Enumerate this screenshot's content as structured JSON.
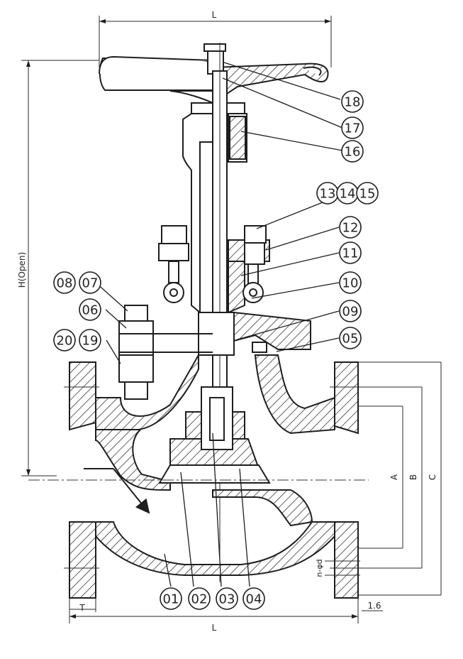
{
  "dimensions": {
    "top_width": "L",
    "bottom_width": "L",
    "height": "H(Open)",
    "a": "A",
    "b": "B",
    "c": "C",
    "flange_thickness": "T",
    "raised_face": "1.6",
    "bolt_holes": "n-φd"
  },
  "parts": [
    {
      "id": "01"
    },
    {
      "id": "02"
    },
    {
      "id": "03"
    },
    {
      "id": "04"
    },
    {
      "id": "05"
    },
    {
      "id": "06"
    },
    {
      "id": "07"
    },
    {
      "id": "08"
    },
    {
      "id": "09"
    },
    {
      "id": "10"
    },
    {
      "id": "11"
    },
    {
      "id": "12"
    },
    {
      "id": "13"
    },
    {
      "id": "14"
    },
    {
      "id": "15"
    },
    {
      "id": "16"
    },
    {
      "id": "17"
    },
    {
      "id": "18"
    },
    {
      "id": "19"
    },
    {
      "id": "20"
    }
  ]
}
